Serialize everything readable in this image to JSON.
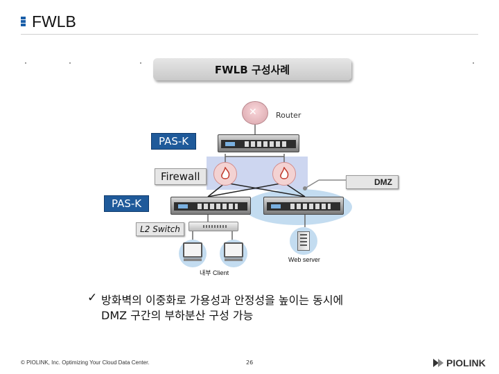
{
  "header": {
    "title": "FWLB"
  },
  "banner": {
    "title": "FWLB 구성사례"
  },
  "diagram": {
    "router_label": "Router",
    "pas_k_top": "PAS-K",
    "firewall": "Firewall",
    "dmz": "DMZ",
    "pas_k_bottom": "PAS-K",
    "l2_switch": "L2 Switch",
    "web_server": "Web server",
    "internal_client": "내부 Client"
  },
  "body": {
    "check_line1": "방화벽의 이중화로 가용성과 안정성을 높이는 동시에",
    "check_line2": "DMZ 구간의 부하분산 구성 가능"
  },
  "footer": {
    "copyright": "© PIOLINK, Inc. Optimizing Your Cloud Data Center.",
    "page_number": "26",
    "logo": "PIOLINK"
  },
  "colors": {
    "accent_blue": "#1f5a9a",
    "dmz_zone": "#c3dcf0",
    "firewall_zone": "#cdd6f0"
  }
}
